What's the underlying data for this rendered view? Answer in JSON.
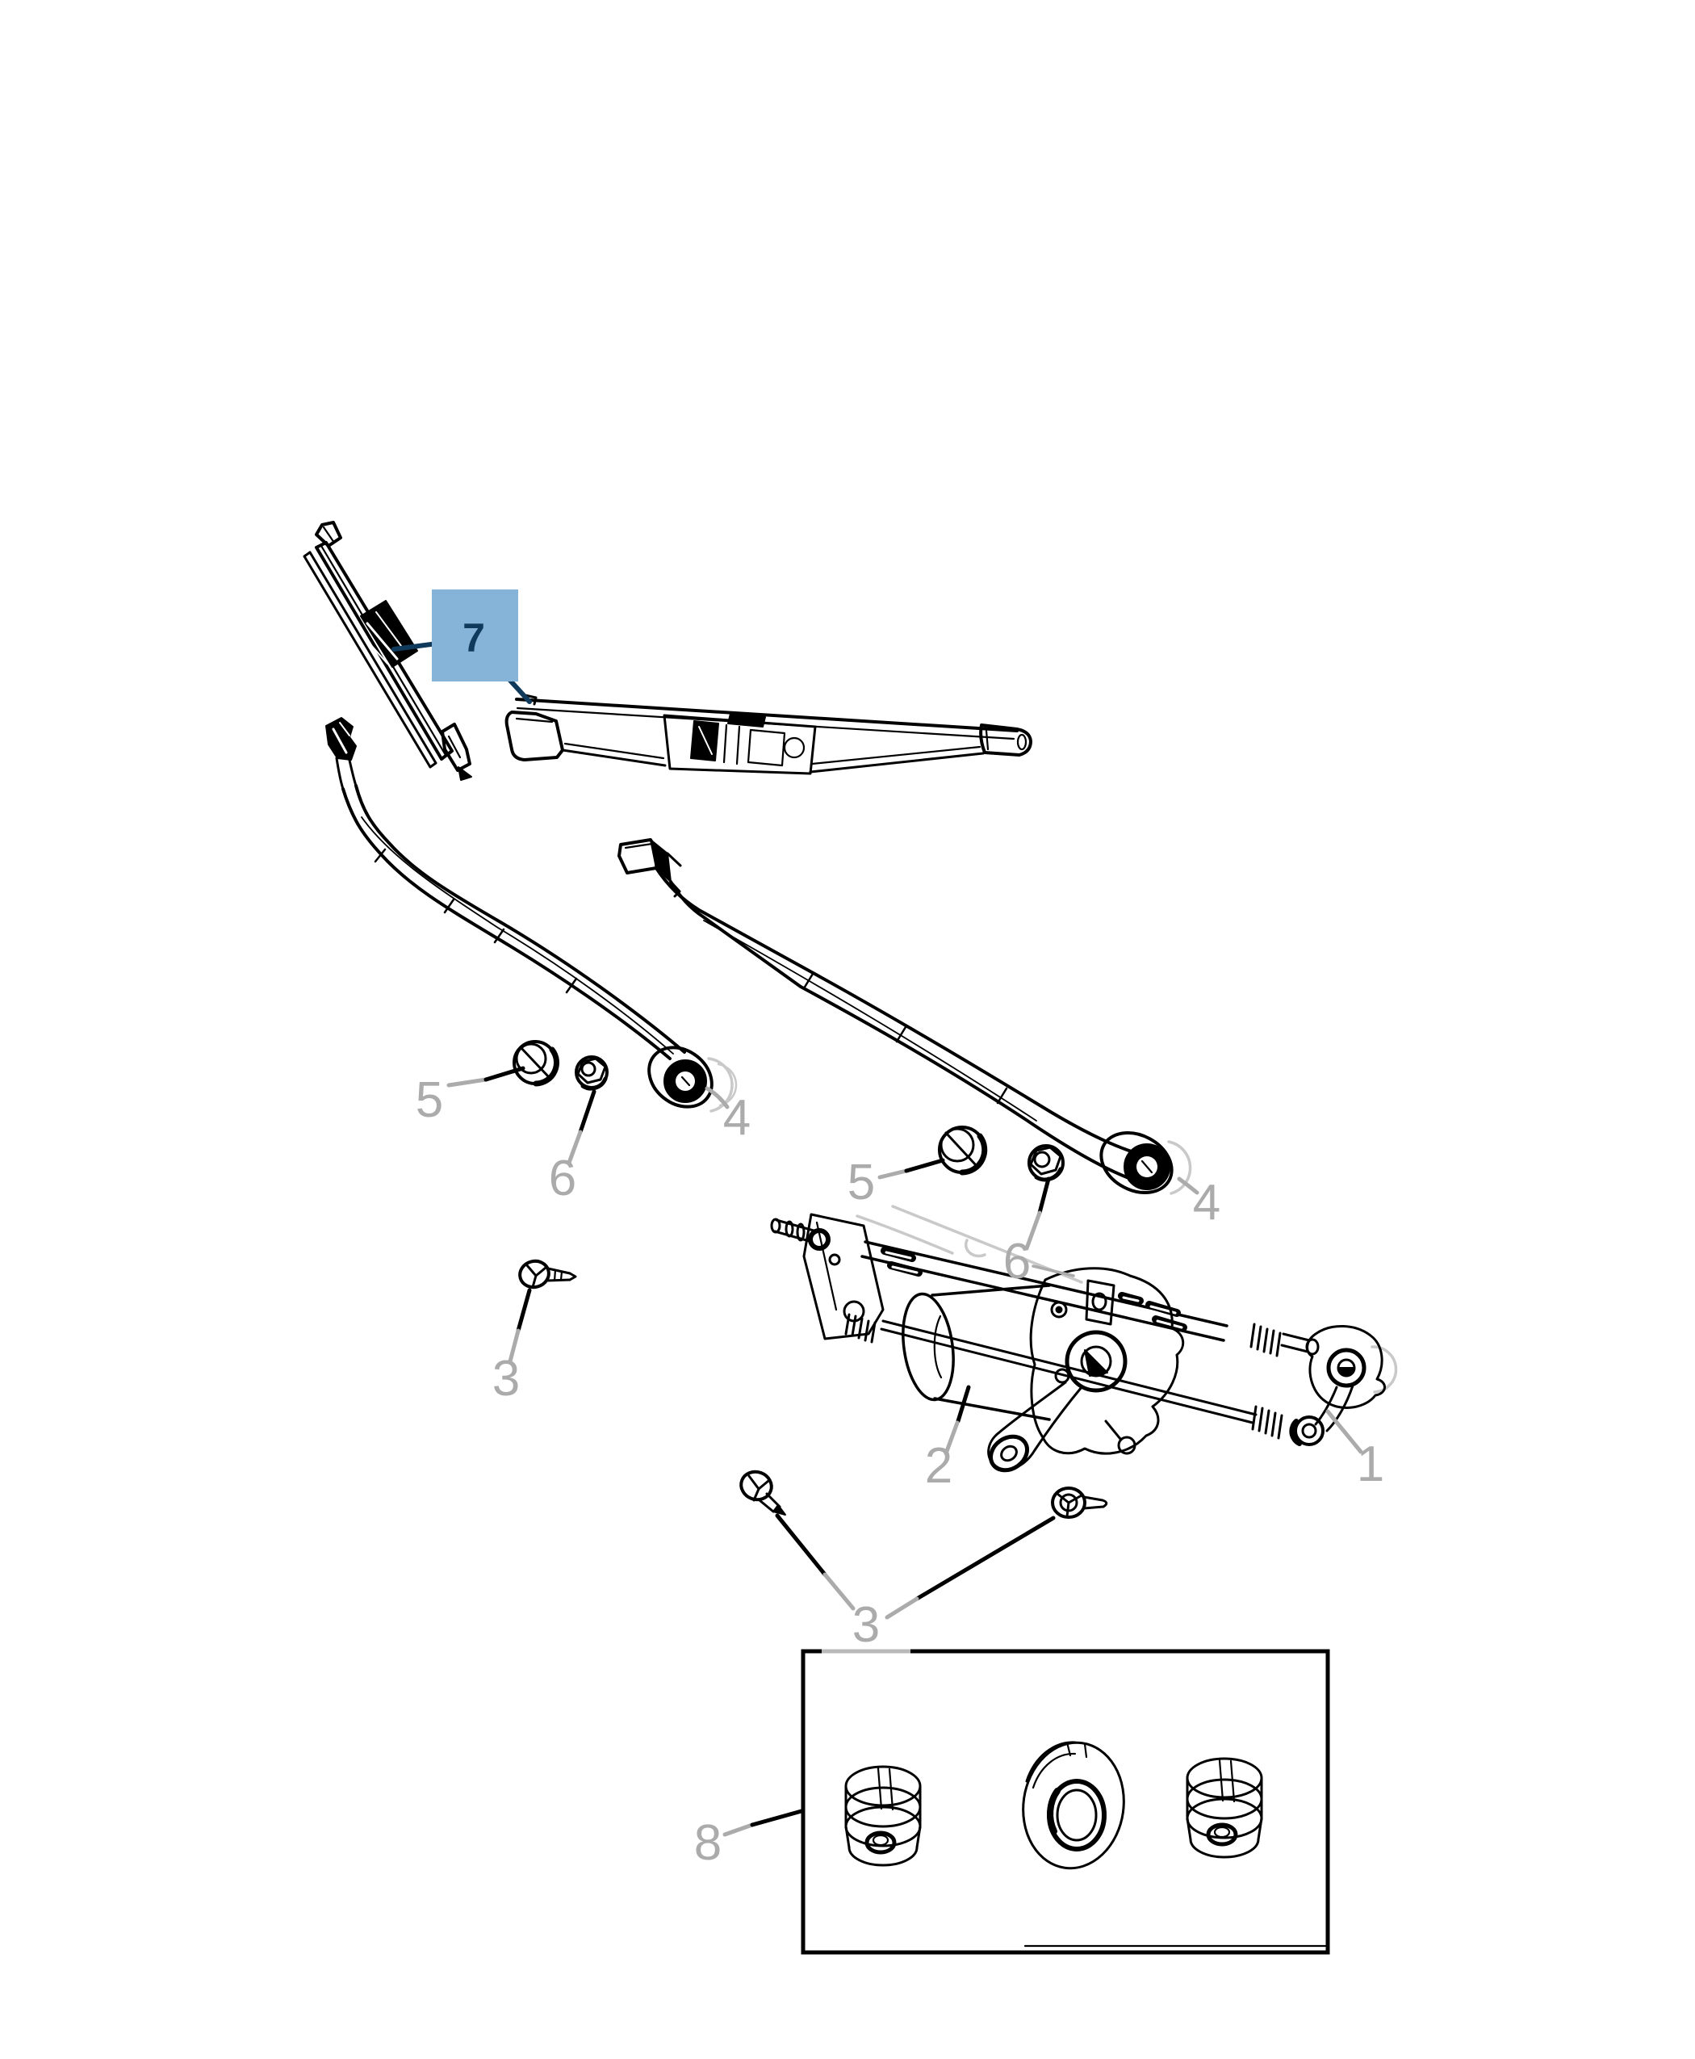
{
  "figure": {
    "type": "exploded-parts-diagram",
    "subject": "windshield wiper system parts diagram",
    "background_color": "#ffffff",
    "line_color": "#000000",
    "callout_color": "#ababab"
  },
  "highlight": {
    "label": "7",
    "box_color": "#86b3d8",
    "text_color": "#0f3a5c"
  },
  "callouts": {
    "n1": "1",
    "n2": "2",
    "n3_upper": "3",
    "n3_lower": "3",
    "n4_left": "4",
    "n4_right": "4",
    "n5_left": "5",
    "n5_right": "5",
    "n6_left": "6",
    "n6_right": "6",
    "n8": "8"
  }
}
